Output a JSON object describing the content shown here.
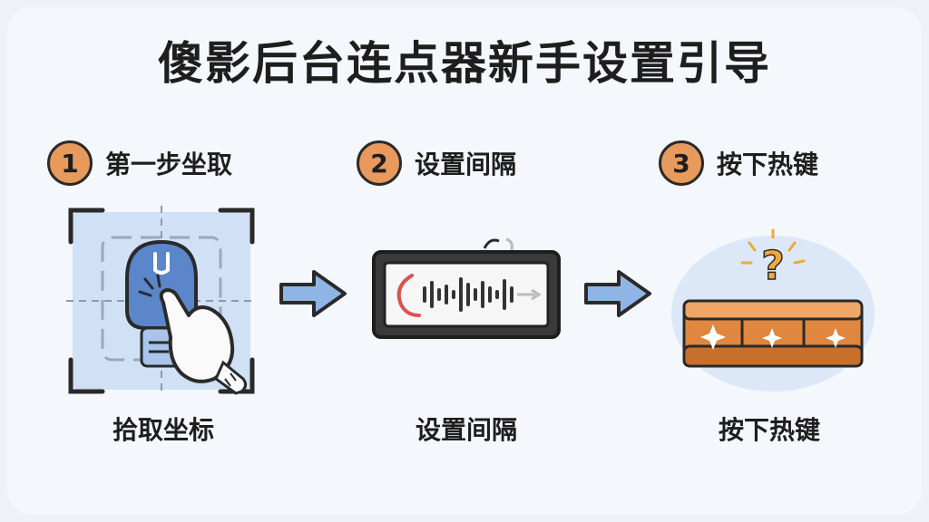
{
  "title": "傻影后台连点器新手设置引导",
  "steps": [
    {
      "number": "1",
      "heading": "第一步坐取",
      "caption": "拾取坐标",
      "icon": "pointer-click-icon"
    },
    {
      "number": "2",
      "heading": "设置间隔",
      "caption": "设置间隔",
      "icon": "interval-waveform-icon"
    },
    {
      "number": "3",
      "heading": "按下热键",
      "caption": "按下热键",
      "icon": "hotkey-keyboard-icon"
    }
  ],
  "arrows": [
    "arrow-right-icon",
    "arrow-right-icon"
  ],
  "colors": {
    "badge": "#e79a5c",
    "arrow": "#8fb5e6",
    "key": "#e0873f",
    "target": "#c9dcf3"
  }
}
